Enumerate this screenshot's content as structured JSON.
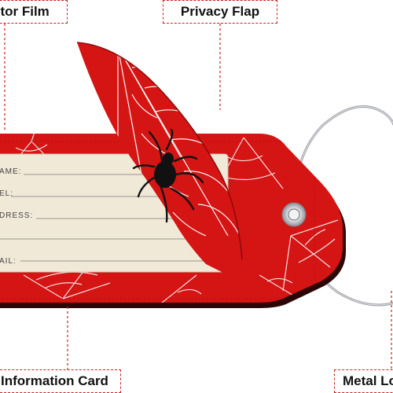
{
  "callouts": {
    "protector_film": "ctor Film",
    "privacy_flap": "Privacy Flap",
    "information_card": "Information Card",
    "metal_loop": "Metal Lo"
  },
  "card_fields": {
    "name": "AME:",
    "tel": "EL:",
    "address": "DRESS:",
    "email": "AIL:"
  },
  "colors": {
    "tag_red": "#d51414",
    "web_white": "#f5f5f5",
    "card_cream": "#efe6d2",
    "callout_border": "#c81e1e",
    "metal": "#b9bcc2",
    "spider": "#111111"
  }
}
